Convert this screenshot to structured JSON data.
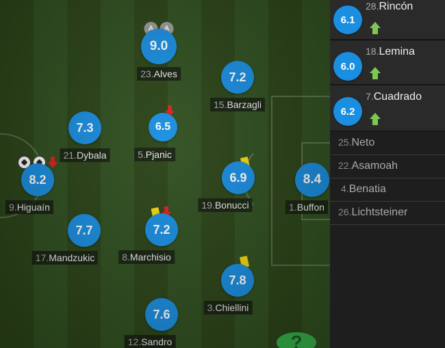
{
  "players": [
    {
      "id": "alves",
      "number": "23.",
      "name": "Alves",
      "rating": "9.0",
      "events": [
        "assist",
        "assist"
      ]
    },
    {
      "id": "barzagli",
      "number": "15.",
      "name": "Barzagli",
      "rating": "7.2",
      "events": []
    },
    {
      "id": "dybala",
      "number": "21.",
      "name": "Dybala",
      "rating": "7.3",
      "events": []
    },
    {
      "id": "pjanic",
      "number": "5.",
      "name": "Pjanic",
      "rating": "6.5",
      "events": [
        "sub-off"
      ]
    },
    {
      "id": "higuain",
      "number": "9.",
      "name": "Higuaín",
      "rating": "8.2",
      "events": [
        "goal",
        "goal",
        "sub-off"
      ]
    },
    {
      "id": "bonucci",
      "number": "19.",
      "name": "Bonucci",
      "rating": "6.9",
      "events": [
        "yellow-card"
      ]
    },
    {
      "id": "buffon",
      "number": "1.",
      "name": "Buffon",
      "rating": "8.4",
      "events": []
    },
    {
      "id": "mandzukic",
      "number": "17.",
      "name": "Mandzukic",
      "rating": "7.7",
      "events": []
    },
    {
      "id": "marchisio",
      "number": "8.",
      "name": "Marchisio",
      "rating": "7.2",
      "events": [
        "yellow-card",
        "sub-off"
      ]
    },
    {
      "id": "chiellini",
      "number": "3.",
      "name": "Chiellini",
      "rating": "7.8",
      "events": [
        "yellow-card"
      ]
    },
    {
      "id": "sandro",
      "number": "12.",
      "name": "Sandro",
      "rating": "7.6",
      "events": []
    }
  ],
  "substitutes": [
    {
      "number": "28.",
      "name": "Rincón",
      "rating": "6.1",
      "icon": "sub-on-arrow-icon"
    },
    {
      "number": "18.",
      "name": "Lemina",
      "rating": "6.0",
      "icon": "sub-on-arrow-icon"
    },
    {
      "number": "7.",
      "name": "Cuadrado",
      "rating": "6.2",
      "icon": "sub-on-arrow-icon"
    }
  ],
  "bench": [
    {
      "number": "25.",
      "name": "Neto"
    },
    {
      "number": "22.",
      "name": "Asamoah"
    },
    {
      "number": "4.",
      "name": "Benatia"
    },
    {
      "number": "26.",
      "name": "Lichtsteiner"
    }
  ],
  "help_label": "?",
  "assist_label": "A",
  "colors": {
    "rating": "#1a8ee0",
    "yellow": "#f5d90a",
    "sub_off": "#e02020",
    "sub_on": "#7ec850"
  }
}
